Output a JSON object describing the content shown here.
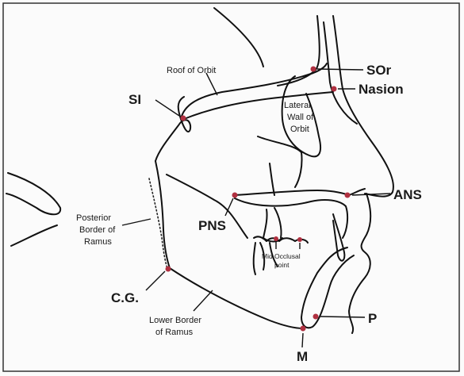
{
  "colors": {
    "landmark": "#b03040",
    "trace": "#111111",
    "frame": "#333333"
  },
  "labels": {
    "si": "SI",
    "roof_of_orbit": "Roof of Orbit",
    "sor": "SOr",
    "nasion": "Nasion",
    "lateral_wall": [
      "Lateral",
      "Wall of",
      "Orbit"
    ],
    "posterior_border": [
      "Posterior",
      "Border of",
      "Ramus"
    ],
    "pns": "PNS",
    "ans": "ANS",
    "mid_occlusal": [
      "Mid Occlusal",
      "point"
    ],
    "cg": "C.G.",
    "lower_border": [
      "Lower Border",
      "of Ramus"
    ],
    "p": "P",
    "m": "M"
  }
}
